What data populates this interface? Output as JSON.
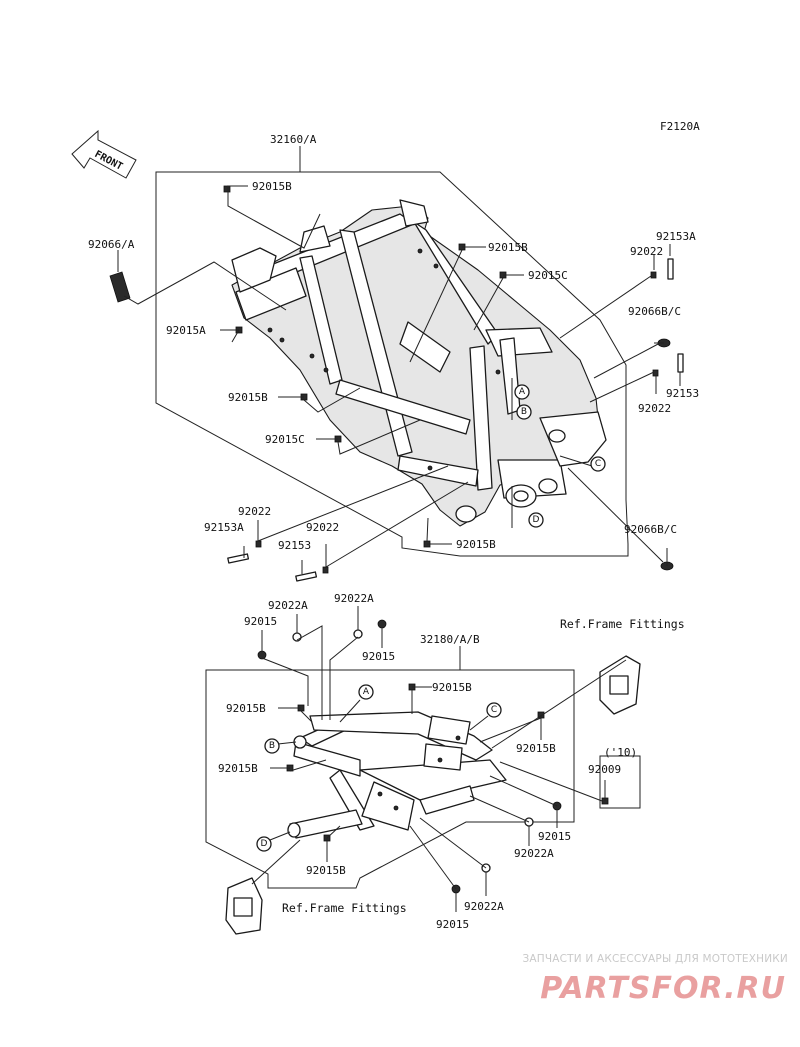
{
  "figure_code": "F2120A",
  "front_arrow_label": "FRONT",
  "upper_assembly": {
    "main_frame": "32160/A",
    "labels": {
      "p92066A": "92066/A",
      "p92015B_top": "92015B",
      "p92015B_mid": "92015B",
      "p92015C_top": "92015C",
      "p92015A": "92015A",
      "p92015B_left": "92015B",
      "p92015C_left": "92015C",
      "p92153A_right": "92153A",
      "p92022_right_top": "92022",
      "p92066BC_top": "92066B/C",
      "p92153_right": "92153",
      "p92022_right_bottom": "92022",
      "p92066BC_bottom": "92066B/C",
      "p92022_left_a": "92022",
      "p92153A_left": "92153A",
      "p92022_left_b": "92022",
      "p92153_left": "92153",
      "p92015B_bottom": "92015B"
    }
  },
  "lower_assembly": {
    "sub_frame": "32180/A/B",
    "labels": {
      "p92022A_l": "92022A",
      "p92022A_c": "92022A",
      "p92015_l": "92015",
      "p92015_c": "92015",
      "p92015B_t": "92015B",
      "p92015B_l1": "92015B",
      "p92015B_r": "92015B",
      "p92015B_l2": "92015B",
      "p92015B_b": "92015B",
      "year_note": "('10)",
      "p92009": "92009",
      "p92015_r": "92015",
      "p92022A_r": "92022A",
      "p92022A_b": "92022A",
      "p92015_b": "92015"
    },
    "ref_top": "Ref.Frame Fittings",
    "ref_bottom": "Ref.Frame Fittings"
  },
  "callouts": {
    "upper": [
      "A",
      "B",
      "C",
      "D"
    ],
    "lower": [
      "A",
      "B",
      "C",
      "D"
    ]
  },
  "watermark": {
    "caption": "ЗАПЧАСТИ И АКСЕССУАРЫ ДЛЯ МОТОТЕХНИКИ",
    "logo_text": "PARTSFOR.RU",
    "color": "#e9a0a0"
  }
}
